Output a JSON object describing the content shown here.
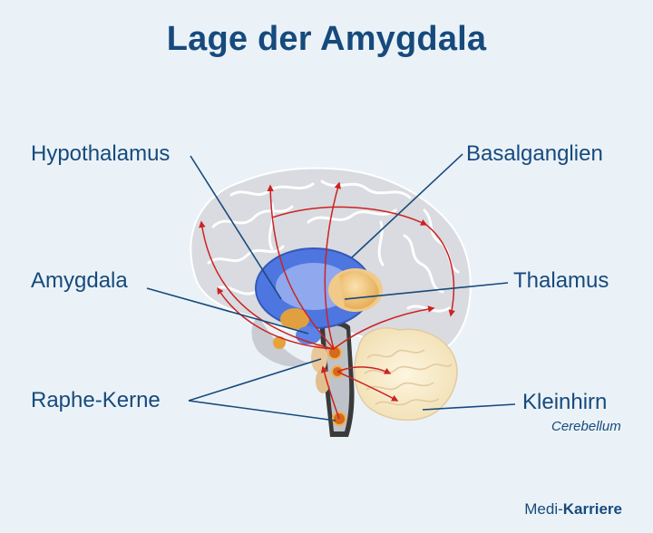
{
  "title": "Lage der Amygdala",
  "labels": {
    "hypothalamus": "Hypothalamus",
    "basalganglien": "Basalganglien",
    "amygdala": "Amygdala",
    "thalamus": "Thalamus",
    "raphe_kerne": "Raphe-Kerne",
    "kleinhirn": "Kleinhirn",
    "kleinhirn_sub": "Cerebellum"
  },
  "brand": {
    "part1": "Medi-",
    "part2": "Karriere"
  },
  "colors": {
    "title": "#174a7c",
    "background": "#eaf2f8",
    "cortex": "#d9dbe0",
    "basal_ganglia": "#4d76e0",
    "thalamus": "#e8b050",
    "arrows": "#cc2222"
  }
}
